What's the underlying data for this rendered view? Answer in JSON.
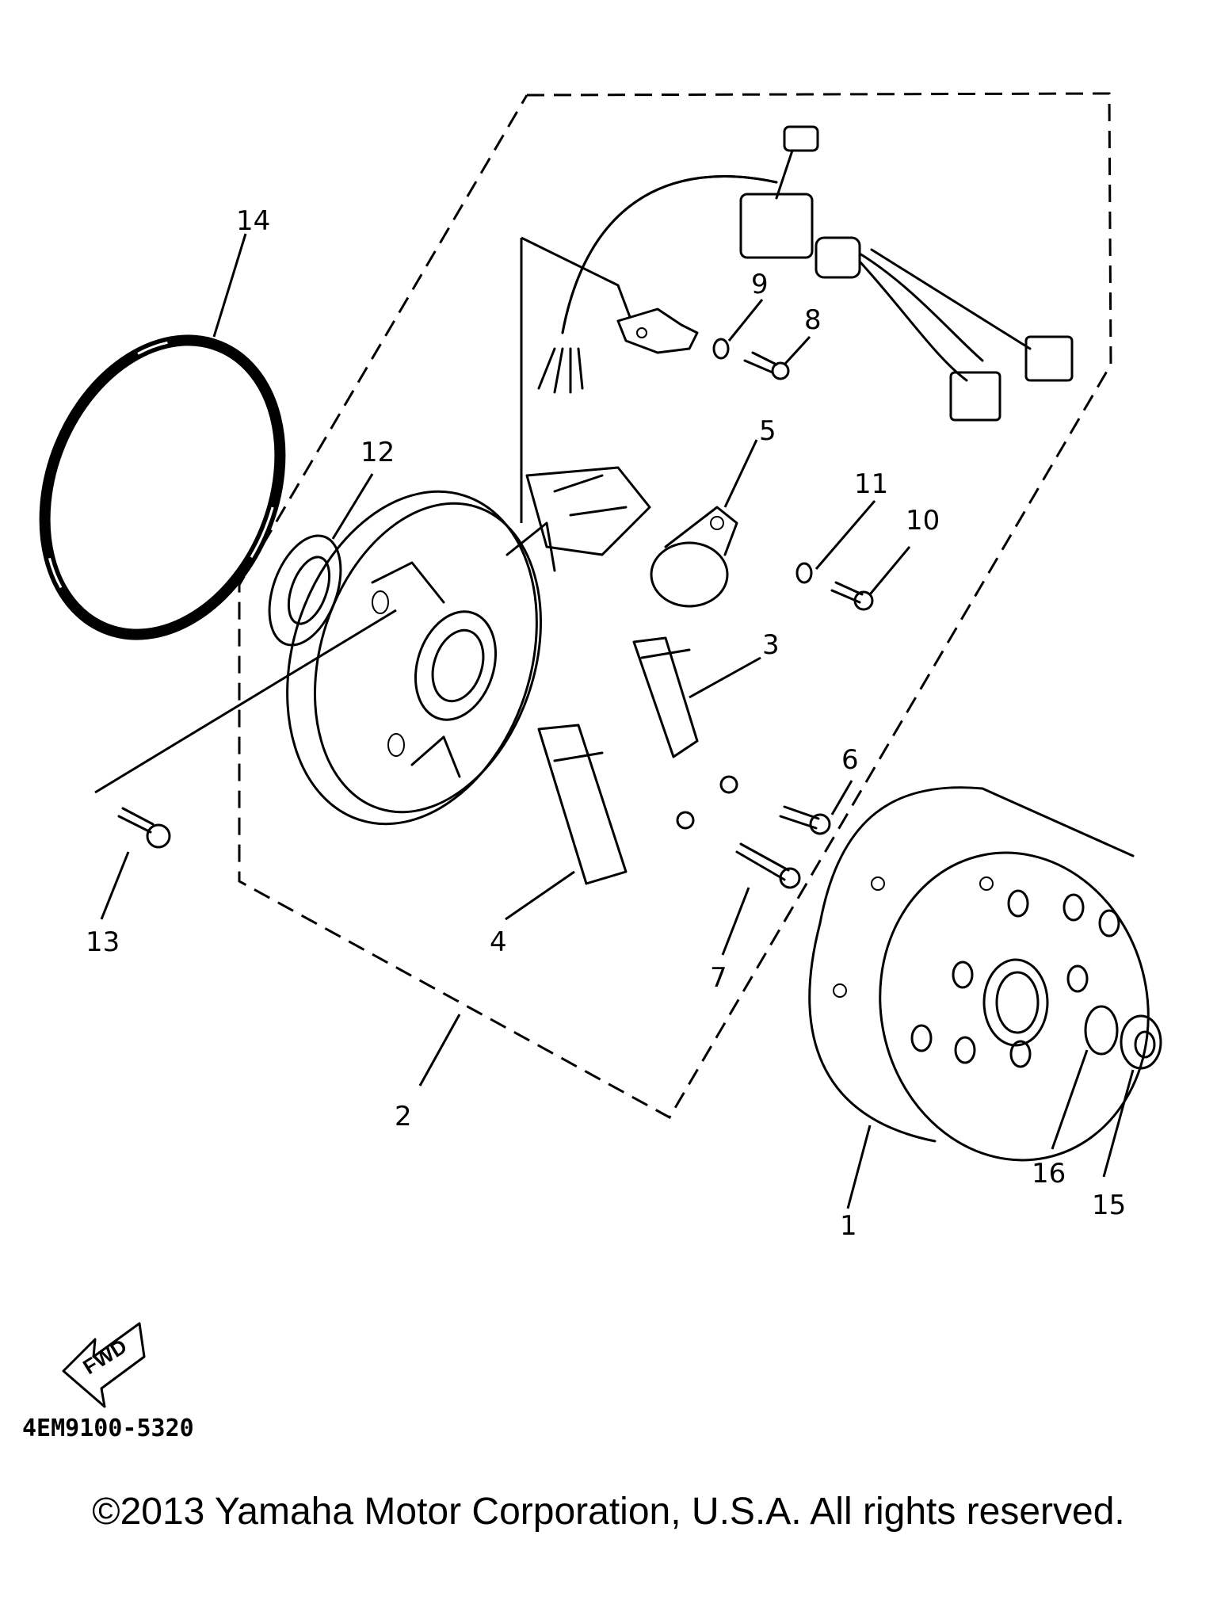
{
  "callouts": {
    "c1": "1",
    "c2": "2",
    "c3": "3",
    "c4": "4",
    "c5": "5",
    "c6": "6",
    "c7": "7",
    "c8": "8",
    "c9": "9",
    "c10": "10",
    "c11": "11",
    "c12": "12",
    "c13": "13",
    "c14": "14",
    "c15": "15",
    "c16": "16"
  },
  "fwd_label": "FWD",
  "part_code": "4EM9100-5320",
  "copyright": "©2013 Yamaha Motor Corporation, U.S.A. All rights reserved."
}
